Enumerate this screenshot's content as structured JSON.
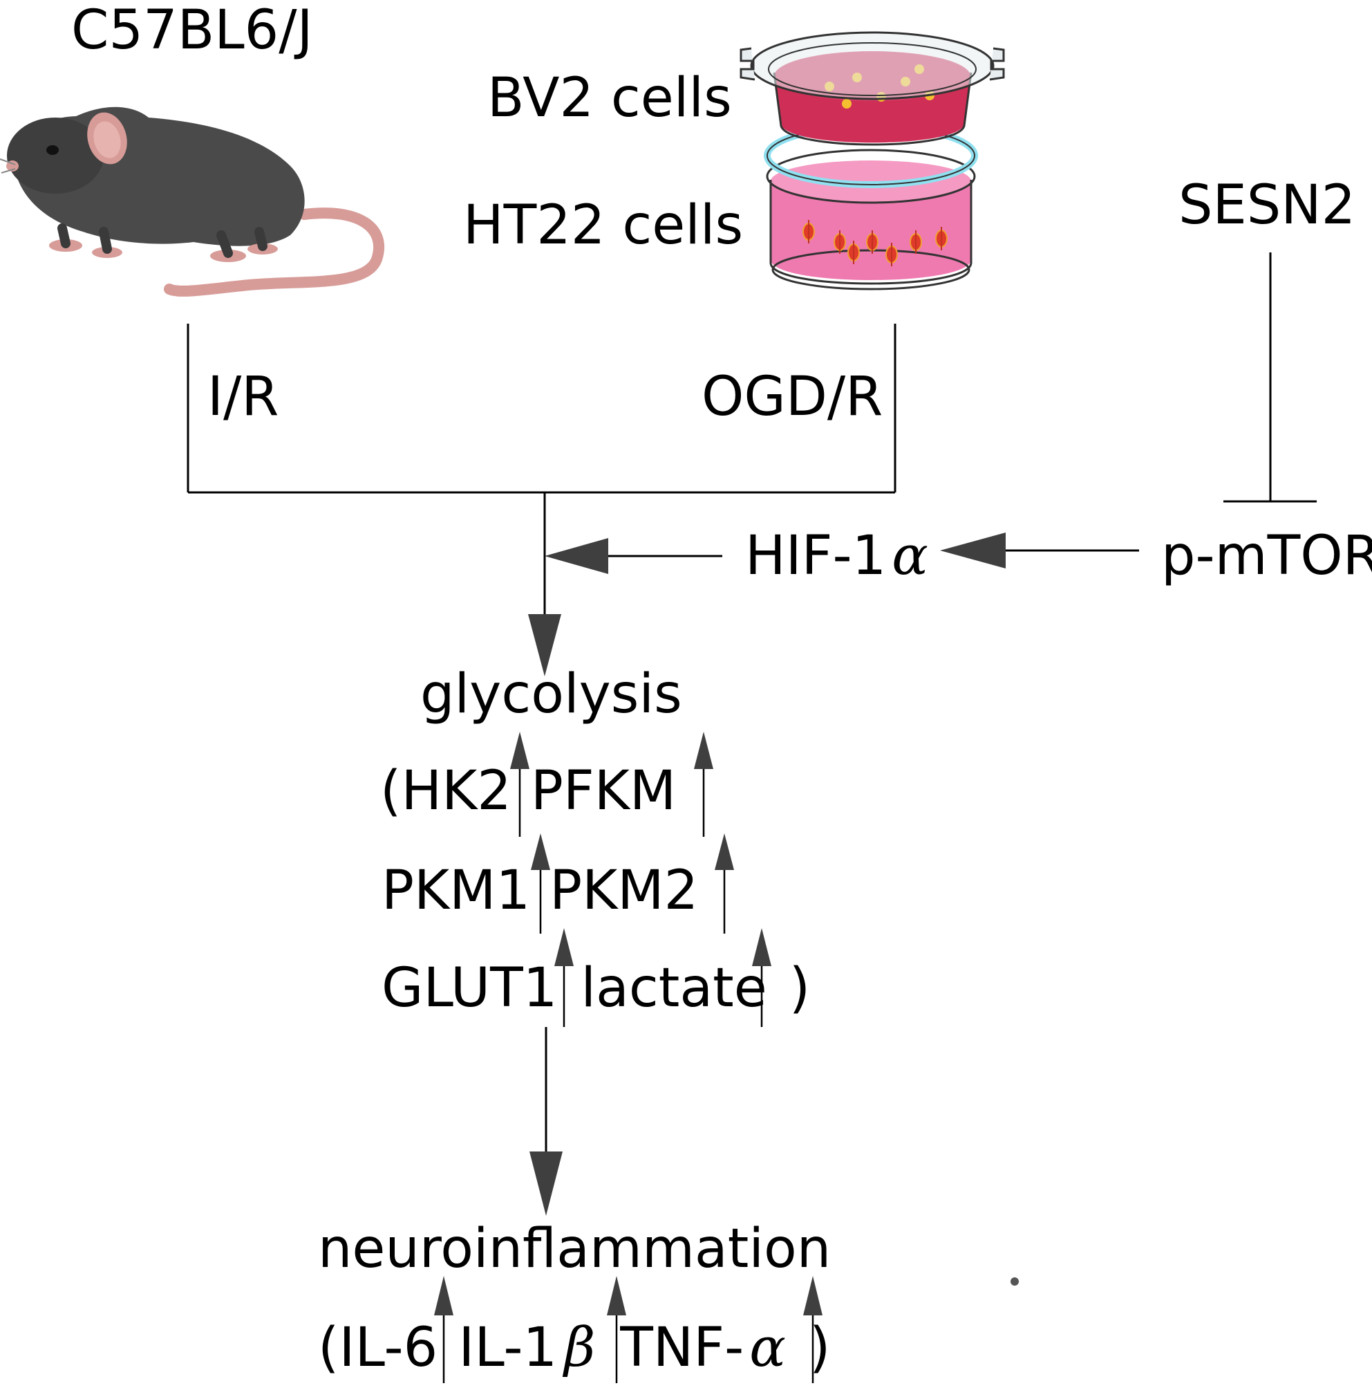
{
  "model": {
    "strain": "C57BL6/J",
    "in_vivo_treatment": "I/R",
    "in_vitro_treatment": "OGD/R"
  },
  "cells": {
    "upper": "BV2 cells",
    "lower": "HT22 cells"
  },
  "regulators": {
    "inhibitor": "SESN2",
    "kinase": "p-mTOR",
    "factor_prefix": "HIF-1",
    "factor_greek": "α"
  },
  "glycolysis": {
    "title": "glycolysis",
    "open_paren": "(",
    "close_paren": ")",
    "markers": [
      "HK2",
      "PFKM",
      "PKM1",
      "PKM2",
      "GLUT1",
      "lactate"
    ]
  },
  "inflammation": {
    "title": "neuroinflammation",
    "open_paren": "(",
    "close_paren": ")",
    "il6": "IL-6",
    "il1_prefix": "IL-1",
    "il1_greek": "β",
    "tnf_prefix": "TNF-",
    "tnf_greek": "α"
  },
  "colors": {
    "arrowhead": "#3f3f3f",
    "mouse_body": "#4a4a4a",
    "mouse_pink": "#d79c98",
    "dish_upper_medium": "#cf2f57",
    "dish_lower_medium": "#ef7ab0",
    "insert_ring": "#8fe0f0"
  }
}
